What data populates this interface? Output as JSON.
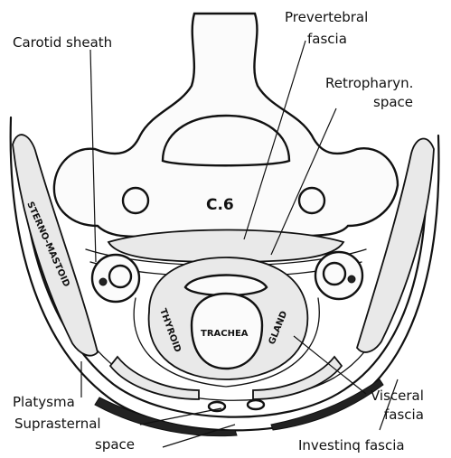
{
  "labels": {
    "carotid_sheath": "Carotid sheath",
    "prevertebral_1": "Prevertebral",
    "prevertebral_2": "fascia",
    "retropharyn_1": "Retropharyn.",
    "retropharyn_2": "space",
    "platysma": "Platysma",
    "suprasternal_1": "Suprasternal",
    "suprasternal_2": "space",
    "visceral_1": "Visceral",
    "visceral_2": "fascia",
    "investing": "Investinq fascia"
  },
  "structures": {
    "vertebra": "C.6",
    "trachea": "TRACHEA",
    "thyroid_left": "THYROID",
    "thyroid_right": "GLAND",
    "sternomastoid": "STERNO-MASTOID"
  }
}
